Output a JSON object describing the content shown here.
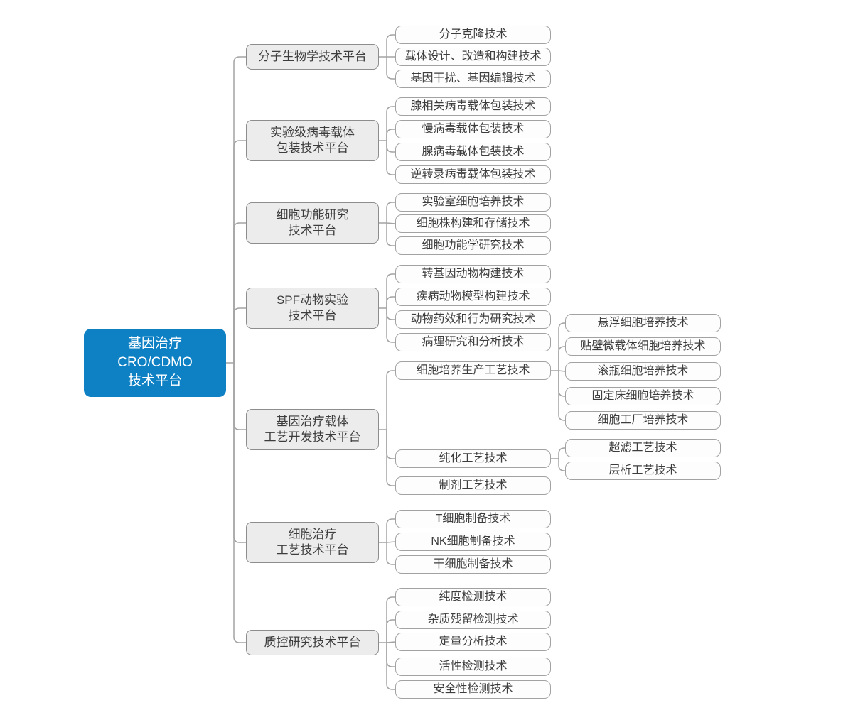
{
  "colors": {
    "root_bg": "#0e80c4",
    "root_text": "#ffffff",
    "branch_bg": "#ececec",
    "leaf_bg": "#fdfdfd",
    "border": "#8d8d8d",
    "connector": "#a3a3a3",
    "text": "#3d3d3d"
  },
  "root": {
    "label": "基因治疗\nCRO/CDMO\n技术平台"
  },
  "branches": [
    {
      "label": "分子生物学技术平台",
      "children": [
        {
          "label": "分子克隆技术"
        },
        {
          "label": "载体设计、改造和构建技术"
        },
        {
          "label": "基因干扰、基因编辑技术"
        }
      ]
    },
    {
      "label": "实验级病毒载体\n包装技术平台",
      "children": [
        {
          "label": "腺相关病毒载体包装技术"
        },
        {
          "label": "慢病毒载体包装技术"
        },
        {
          "label": "腺病毒载体包装技术"
        },
        {
          "label": "逆转录病毒载体包装技术"
        }
      ]
    },
    {
      "label": "细胞功能研究\n技术平台",
      "children": [
        {
          "label": "实验室细胞培养技术"
        },
        {
          "label": "细胞株构建和存储技术"
        },
        {
          "label": "细胞功能学研究技术"
        }
      ]
    },
    {
      "label": "SPF动物实验\n技术平台",
      "children": [
        {
          "label": "转基因动物构建技术"
        },
        {
          "label": "疾病动物模型构建技术"
        },
        {
          "label": "动物药效和行为研究技术"
        },
        {
          "label": "病理研究和分析技术"
        }
      ]
    },
    {
      "label": "基因治疗载体\n工艺开发技术平台",
      "children": [
        {
          "label": "细胞培养生产工艺技术",
          "children": [
            {
              "label": "悬浮细胞培养技术"
            },
            {
              "label": "贴壁微载体细胞培养技术"
            },
            {
              "label": "滚瓶细胞培养技术"
            },
            {
              "label": "固定床细胞培养技术"
            },
            {
              "label": "细胞工厂培养技术"
            }
          ]
        },
        {
          "label": "纯化工艺技术",
          "children": [
            {
              "label": "超滤工艺技术"
            },
            {
              "label": "层析工艺技术"
            }
          ]
        },
        {
          "label": "制剂工艺技术"
        }
      ]
    },
    {
      "label": "细胞治疗\n工艺技术平台",
      "children": [
        {
          "label": "T细胞制备技术"
        },
        {
          "label": "NK细胞制备技术"
        },
        {
          "label": "干细胞制备技术"
        }
      ]
    },
    {
      "label": "质控研究技术平台",
      "children": [
        {
          "label": "纯度检测技术"
        },
        {
          "label": "杂质残留检测技术"
        },
        {
          "label": "定量分析技术"
        },
        {
          "label": "活性检测技术"
        },
        {
          "label": "安全性检测技术"
        }
      ]
    }
  ]
}
